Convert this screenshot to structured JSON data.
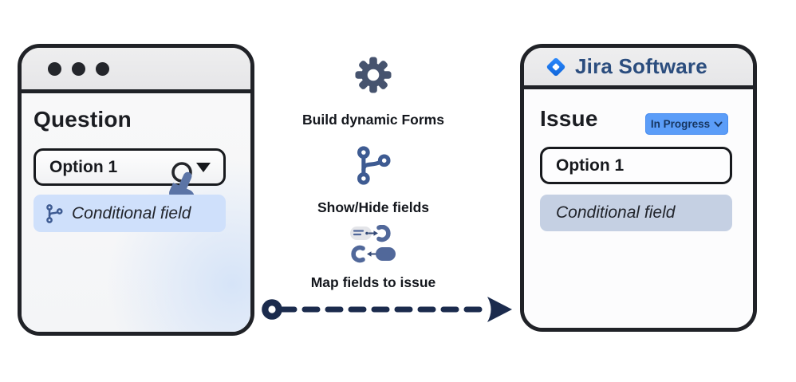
{
  "left_window": {
    "window_type": "browser-window",
    "title": "Question",
    "dropdown_value": "Option 1",
    "conditional_field_label": "Conditional field",
    "icons": [
      "window-dots",
      "caret-down-icon",
      "branch-icon",
      "click-cursor-icon"
    ]
  },
  "middle": {
    "steps": [
      {
        "icon": "gear-icon",
        "label": "Build dynamic Forms"
      },
      {
        "icon": "branch-icon",
        "label": "Show/Hide fields"
      },
      {
        "icon": "mapping-icon",
        "label": "Map fields to issue"
      }
    ],
    "arrow": {
      "style": "dashed",
      "direction": "right",
      "color": "#1b2b4d"
    }
  },
  "right_window": {
    "app_title": "Jira Software",
    "title": "Issue",
    "status": "In Progress",
    "field_value": "Option 1",
    "conditional_field_label": "Conditional field",
    "icons": [
      "jira-logo-icon",
      "chevron-down-icon"
    ]
  },
  "colors": {
    "window_border": "#202227",
    "header_gray": "#e9e9ea",
    "navy_arrow": "#1b2b4d",
    "slate_icon": "#46536e",
    "branch_blue": "#3e5b92",
    "map_blue": "#51689a",
    "hand_blue": "#5b74a6",
    "chip_blue": "#cfe0fb",
    "chip_gray": "#c5d0e3",
    "badge_bg": "#5b9df8",
    "badge_text": "#16355f",
    "jira_wordmark": "#2b4d7e",
    "jira_logo_gradient": [
      "#2e8bff",
      "#0d63d8"
    ]
  }
}
